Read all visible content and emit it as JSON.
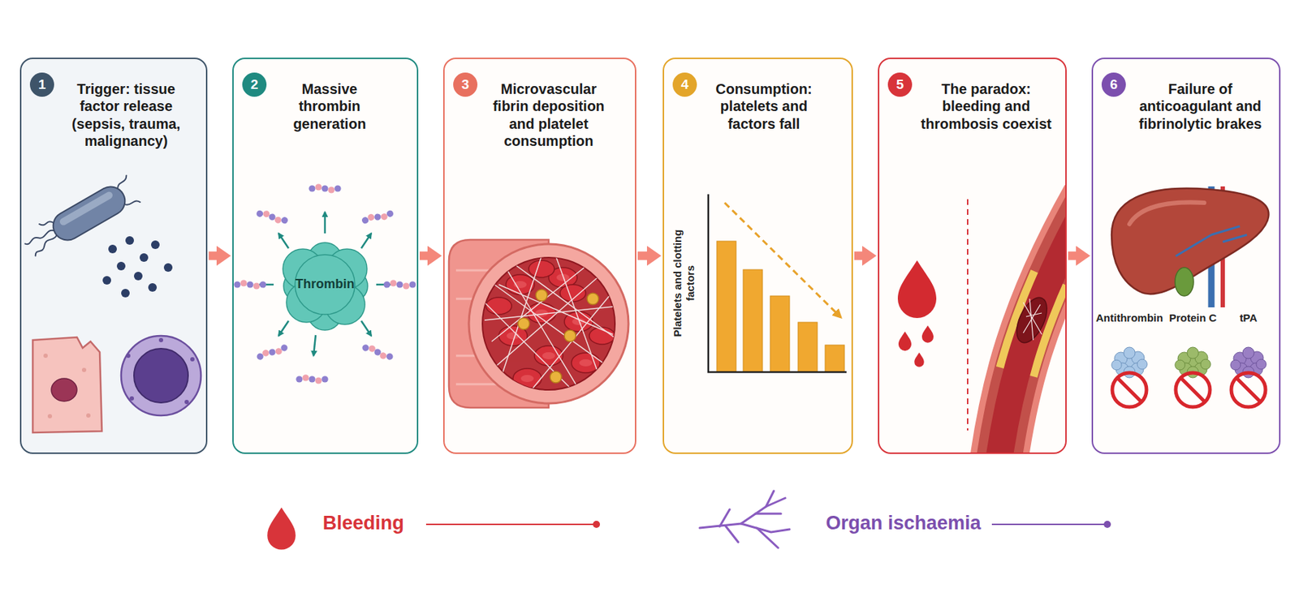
{
  "diagram": {
    "nodes": [
      {
        "text": [
          "1",
          "Trigger: tissue factor release (sepsis, trauma, malignancy)"
        ]
      },
      {
        "text": [
          "2",
          "Massive thrombin generation"
        ]
      },
      {
        "text": [
          "3",
          "Microvascular fibrin deposition and platelet consumption"
        ]
      },
      {
        "text": [
          "4",
          "Consumption: platelets and factors fall"
        ]
      },
      {
        "text": [
          "5",
          "The paradox: bleeding and thrombosis coexist"
        ]
      },
      {
        "text": [
          "6",
          "Failure of anticoagulant and fibrinolytic brakes"
        ]
      }
    ],
    "edges": [
      {
        "from": 0,
        "to": 1,
        "arrow": "to"
      },
      {
        "from": 1,
        "to": 2,
        "arrow": "to"
      },
      {
        "from": 2,
        "to": 3,
        "arrow": "to"
      },
      {
        "from": 3,
        "to": 4,
        "arrow": "to"
      },
      {
        "from": 4,
        "to": 5,
        "arrow": "to"
      }
    ],
    "labels": [
      "Thrombin",
      "Platelets and clotting factors",
      "Antithrombin",
      "Protein C",
      "tPA"
    ],
    "legend": [
      {
        "text": "Bleeding"
      },
      {
        "text": "Organ ischaemia"
      }
    ]
  }
}
